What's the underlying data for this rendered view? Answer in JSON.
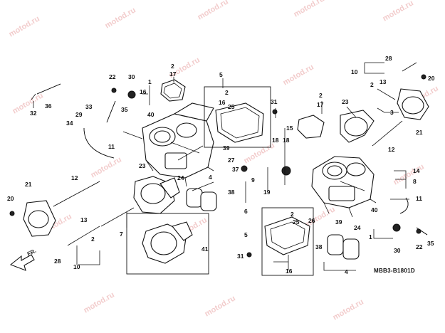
{
  "watermark": "motod.ru",
  "diagram_code": "MBB3-B1801D",
  "direction_label": "FR.",
  "part_numbers": {
    "n32": "32",
    "n36": "36",
    "n22a": "22",
    "n30a": "30",
    "n1a": "1",
    "n16a": "16",
    "n40a": "40",
    "n2a": "2",
    "n17a": "17",
    "n33": "33",
    "n29": "29",
    "n34": "34",
    "n35": "35",
    "n11a": "11",
    "n5a": "5",
    "n2b": "2",
    "n16b": "16",
    "n25a": "25",
    "n31a": "31",
    "n2c": "2",
    "n17b": "17",
    "n23a": "23",
    "n28a": "28",
    "n10a": "10",
    "n13a": "13",
    "n2d": "2",
    "n20a": "20",
    "n3": "3",
    "n21a": "21",
    "n12a": "12",
    "n15": "15",
    "n18a": "18",
    "n18b": "18",
    "n19": "19",
    "n39a": "39",
    "n27": "27",
    "n37": "37",
    "n9": "9",
    "n24a": "24",
    "n4a": "4",
    "n38a": "38",
    "n6": "6",
    "n14": "14",
    "n8": "8",
    "n11b": "11",
    "n23b": "23",
    "n12b": "12",
    "n21b": "21",
    "n20b": "20",
    "n13b": "13",
    "n2e": "2",
    "n7": "7",
    "n28b": "28",
    "n10b": "10",
    "n41": "41",
    "n40b": "40",
    "n5b": "5",
    "n2f": "2",
    "n25b": "25",
    "n16c": "16",
    "n31b": "31",
    "n26": "26",
    "n38b": "38",
    "n39b": "39",
    "n24b": "24",
    "n1b": "1",
    "n30b": "30",
    "n22b": "22",
    "n35b": "35",
    "n4b": "4"
  }
}
